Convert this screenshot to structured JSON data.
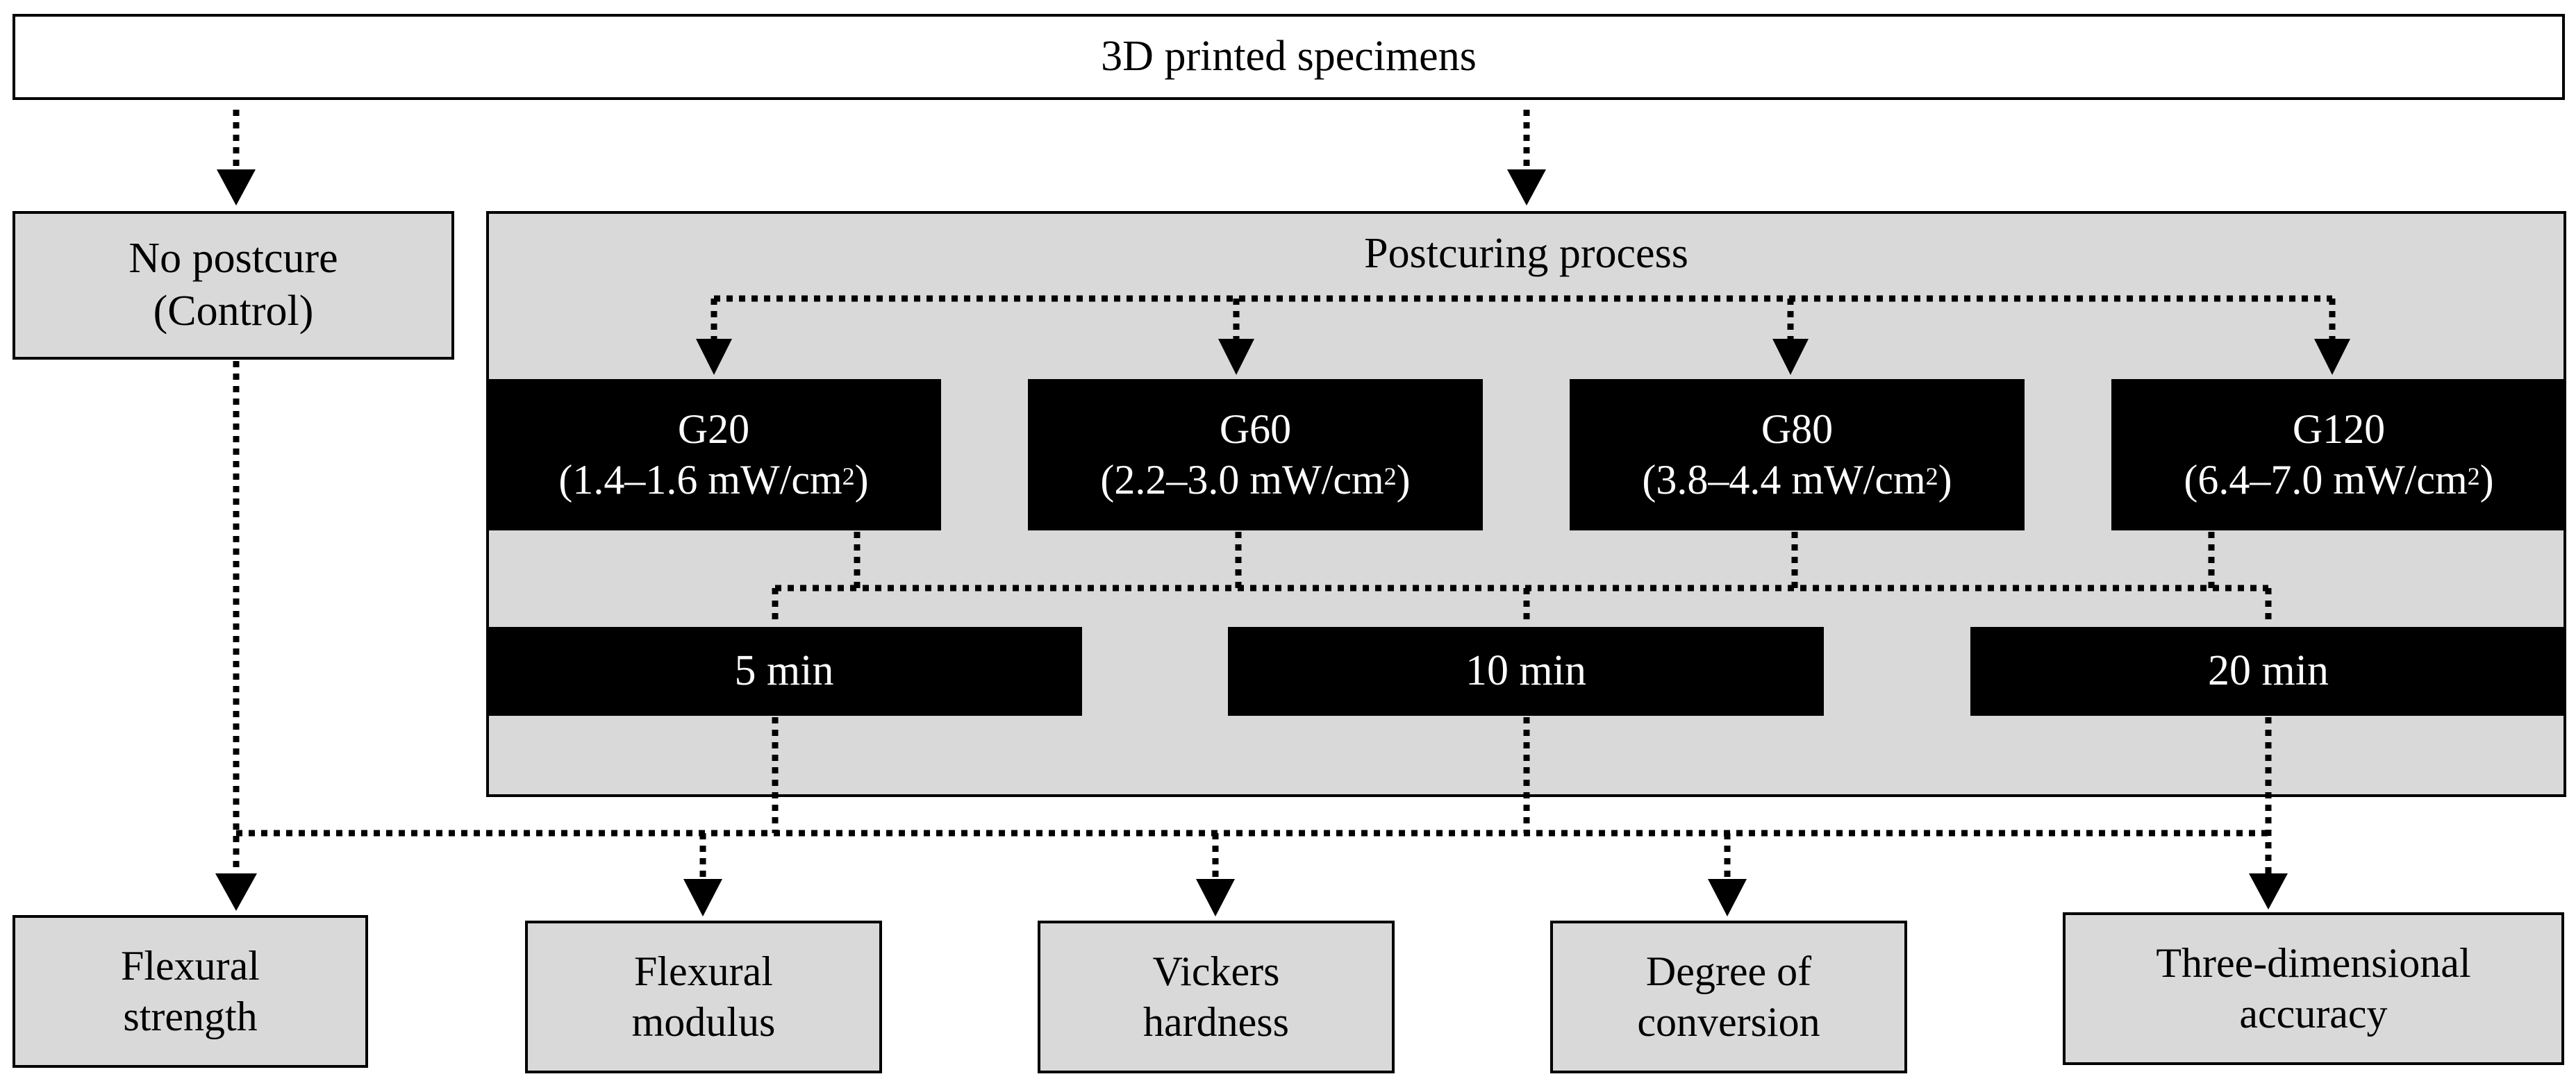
{
  "top": {
    "label": "3D printed specimens"
  },
  "control": {
    "line1": "No postcure",
    "line2": "(Control)"
  },
  "postcuring": {
    "title": "Postcuring process"
  },
  "groups": [
    {
      "name": "G20",
      "range": "(1.4–1.6 mW/cm",
      "sup": "2",
      "close": ")"
    },
    {
      "name": "G60",
      "range": "(2.2–3.0 mW/cm",
      "sup": "2",
      "close": ")"
    },
    {
      "name": "G80",
      "range": "(3.8–4.4 mW/cm",
      "sup": "2",
      "close": ")"
    },
    {
      "name": "G120",
      "range": "(6.4–7.0 mW/cm",
      "sup": "2",
      "close": ")"
    }
  ],
  "times": [
    "5 min",
    "10 min",
    "20 min"
  ],
  "outcomes": [
    {
      "line1": "Flexural",
      "line2": "strength"
    },
    {
      "line1": "Flexural",
      "line2": "modulus"
    },
    {
      "line1": "Vickers",
      "line2": "hardness"
    },
    {
      "line1": "Degree of",
      "line2": "conversion"
    },
    {
      "line1": "Three-dimensional",
      "line2": "accuracy"
    }
  ]
}
